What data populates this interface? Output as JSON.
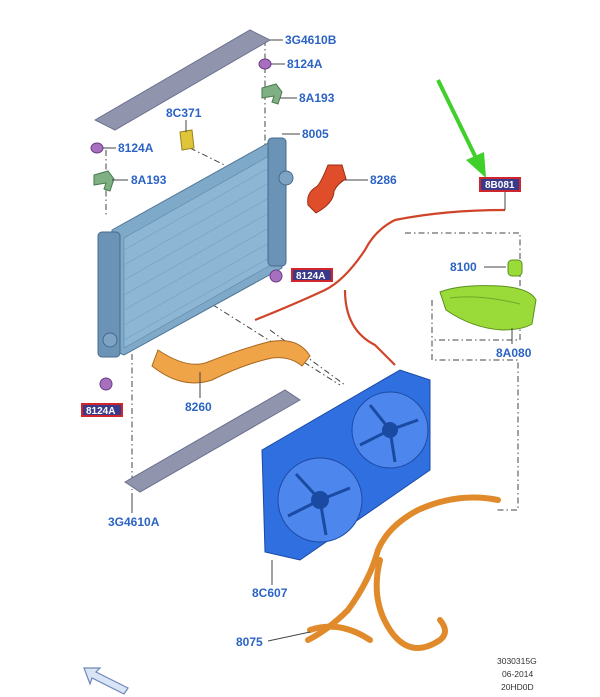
{
  "parts": {
    "seal_top": "3G4610B",
    "seal_bottom": "3G4610A",
    "bushing_upper_right": "8124A",
    "bracket_upper_right": "8A193",
    "clip": "8C371",
    "bushing_upper_left": "8124A",
    "bracket_upper_left": "8A193",
    "radiator": "8005",
    "upper_hose": "8286",
    "cap": "8100",
    "reservoir": "8A080",
    "lower_hose": "8260",
    "fan_shroud": "8C607",
    "heater_hoses": "8075",
    "highlight_hose_label": "8B081",
    "hidden_label_right": "8124A",
    "hidden_label_left": "8124A"
  },
  "meta": {
    "doc_number": "3030315G",
    "date": "06-2014",
    "code": "20HD0D"
  },
  "colors": {
    "label_blue": "#2b63c4",
    "radiator_blue": "#7fa9c9",
    "fan_blue": "#2f6fe0",
    "hose_orange": "#e08a2c",
    "reservoir_green": "#9adb3a",
    "arrow_green": "#3fd12a",
    "highlight_red": "#d0252a"
  },
  "icons": {
    "front_arrow": "direction-arrow-icon"
  }
}
